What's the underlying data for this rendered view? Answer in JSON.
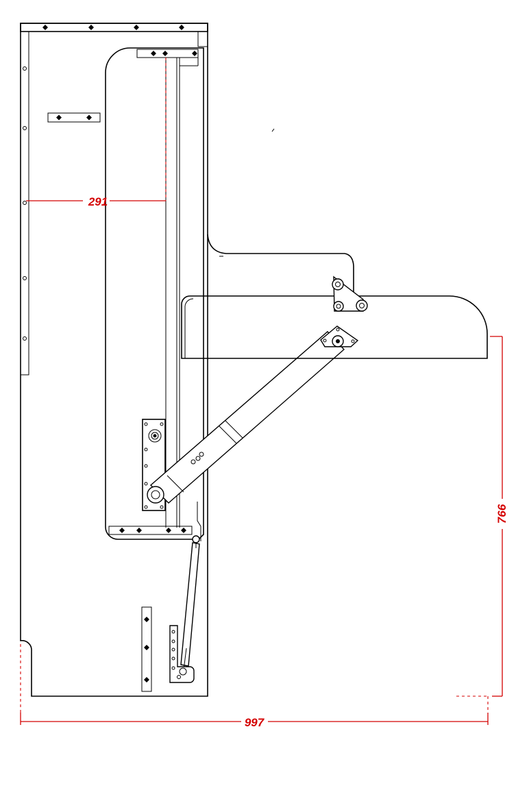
{
  "dimensions": {
    "inner_depth": "291",
    "bed_height": "766",
    "total_width": "997"
  },
  "colors": {
    "dimension": "#d40000",
    "line": "#000000",
    "background": "#ffffff"
  }
}
